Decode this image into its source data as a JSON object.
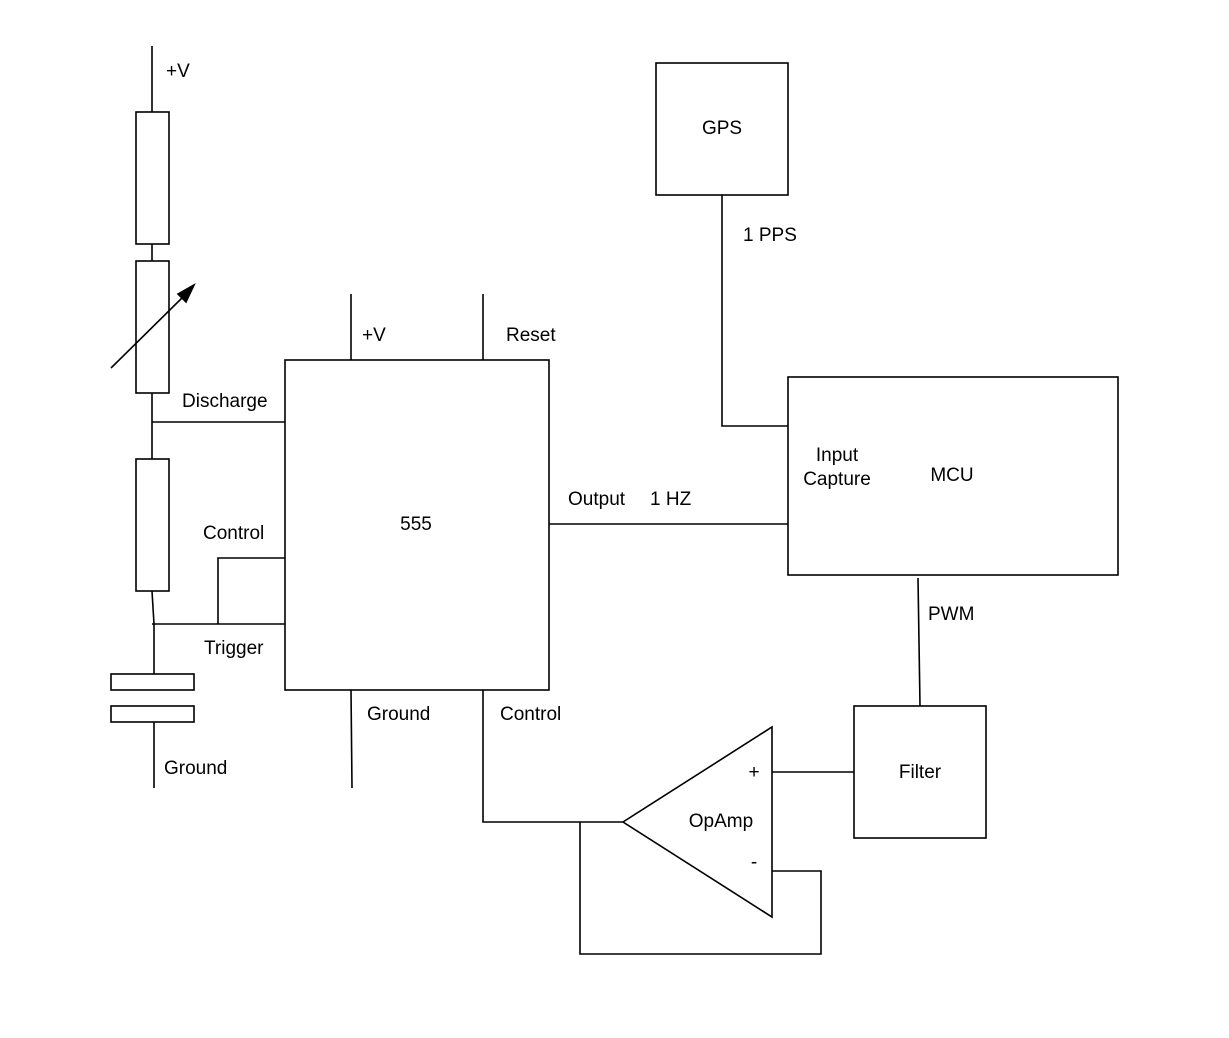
{
  "left_circuit": {
    "supply_label": "+V",
    "ground_label": "Ground"
  },
  "timer_555": {
    "name": "555",
    "pins": {
      "supply": "+V",
      "reset": "Reset",
      "discharge": "Discharge",
      "control_left": "Control",
      "trigger": "Trigger",
      "ground": "Ground",
      "control_bottom": "Control",
      "output": "Output"
    }
  },
  "output_signal": "1 HZ",
  "gps": {
    "name": "GPS",
    "signal": "1 PPS"
  },
  "mcu": {
    "name": "MCU",
    "input_capture_line1": "Input",
    "input_capture_line2": "Capture",
    "pwm_label": "PWM"
  },
  "filter": {
    "name": "Filter"
  },
  "opamp": {
    "name": "OpAmp",
    "plus": "+",
    "minus": "-"
  }
}
